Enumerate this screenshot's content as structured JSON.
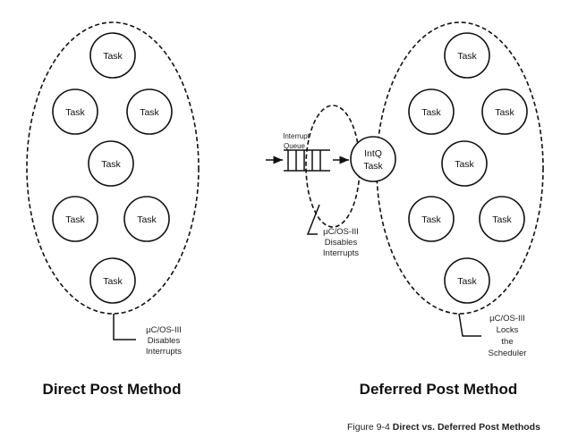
{
  "direct": {
    "title": "Direct Post Method",
    "tasks": [
      "Task",
      "Task",
      "Task",
      "Task",
      "Task",
      "Task",
      "Task"
    ],
    "note": [
      "µC/OS-III",
      "Disables",
      "Interrupts"
    ]
  },
  "deferred": {
    "title": "Deferred Post Method",
    "tasks": [
      "Task",
      "Task",
      "Task",
      "Task",
      "Task",
      "Task",
      "Task"
    ],
    "queue_label": [
      "Interrupt",
      "Queue"
    ],
    "intq_task": [
      "IntQ",
      "Task"
    ],
    "interrupt_note": [
      "µC/OS-III",
      "Disables",
      "Interrupts"
    ],
    "scheduler_note": [
      "µC/OS-III",
      "Locks",
      "the",
      "Scheduler"
    ]
  },
  "caption": {
    "prefix": "Figure 9-4",
    "title": "Direct vs. Deferred Post Methods"
  }
}
